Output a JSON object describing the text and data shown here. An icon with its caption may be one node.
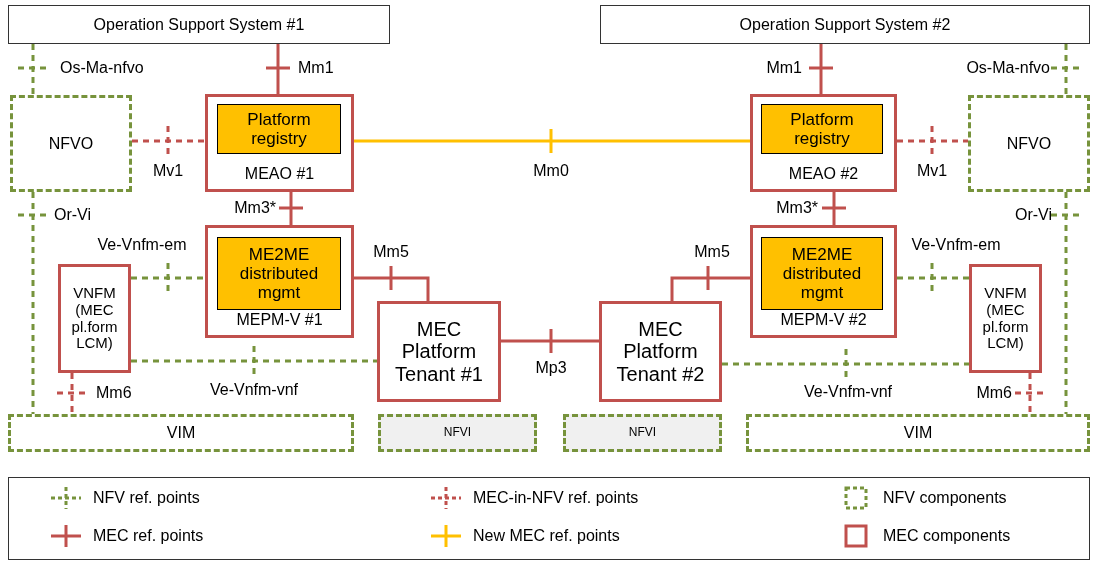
{
  "diagram": {
    "nodes": [
      {
        "text": [
          "Operation Support System #1"
        ]
      },
      {
        "text": [
          "Operation Support System #2"
        ]
      },
      {
        "text": [
          "NFVO"
        ]
      },
      {
        "text": [
          "MEAO #1"
        ]
      },
      {
        "text": [
          "Platform registry"
        ],
        "in": 3
      },
      {
        "text": [
          "MEAO #2"
        ]
      },
      {
        "text": [
          "Platform registry"
        ],
        "in": 5
      },
      {
        "text": [
          "NFVO"
        ]
      },
      {
        "text": [
          "MEPM-V #1"
        ]
      },
      {
        "text": [
          "ME2ME distributed mgmt"
        ],
        "in": 8
      },
      {
        "text": [
          "MEPM-V #2"
        ]
      },
      {
        "text": [
          "ME2ME distributed mgmt"
        ],
        "in": 10
      },
      {
        "text": [
          "VNFM (MEC pl.form LCM)"
        ]
      },
      {
        "text": [
          "MEC Platform Tenant #1"
        ]
      },
      {
        "text": [
          "MEC Platform Tenant #2"
        ]
      },
      {
        "text": [
          "VNFM (MEC pl.form LCM)"
        ]
      },
      {
        "text": [
          "VIM"
        ]
      },
      {
        "text": [
          "NFVI"
        ]
      },
      {
        "text": [
          "NFVI"
        ]
      },
      {
        "text": [
          "VIM"
        ]
      }
    ],
    "edges": [
      {
        "from": 0,
        "to": 3,
        "arrow": "none",
        "label": "Mm1"
      },
      {
        "from": 1,
        "to": 5,
        "arrow": "none",
        "label": "Mm1"
      },
      {
        "from": 0,
        "to": 2,
        "arrow": "none",
        "label": "Os-Ma-nfvo",
        "style": "dashed",
        "color": "#77933c"
      },
      {
        "from": 1,
        "to": 7,
        "arrow": "none",
        "label": "Os-Ma-nfvo",
        "style": "dashed",
        "color": "#77933c"
      },
      {
        "from": 2,
        "to": 3,
        "arrow": "none",
        "label": "Mv1",
        "style": "dashed"
      },
      {
        "from": 5,
        "to": 7,
        "arrow": "none",
        "label": "Mv1",
        "style": "dashed"
      },
      {
        "from": 3,
        "to": 5,
        "arrow": "none",
        "label": "Mm0",
        "color": "#ffc000"
      },
      {
        "from": 3,
        "to": 8,
        "arrow": "none",
        "label": "Mm3*"
      },
      {
        "from": 5,
        "to": 10,
        "arrow": "none",
        "label": "Mm3*"
      },
      {
        "from": 2,
        "to": 16,
        "arrow": "none",
        "label": "Or-Vi",
        "style": "dashed",
        "color": "#77933c"
      },
      {
        "from": 7,
        "to": 19,
        "arrow": "none",
        "label": "Or-Vi",
        "style": "dashed",
        "color": "#77933c"
      },
      {
        "from": 12,
        "to": 8,
        "arrow": "none",
        "label": "Ve-Vnfm-em",
        "style": "dashed",
        "color": "#77933c"
      },
      {
        "from": 10,
        "to": 15,
        "arrow": "none",
        "label": "Ve-Vnfm-em",
        "style": "dashed",
        "color": "#77933c"
      },
      {
        "from": 8,
        "to": 13,
        "arrow": "none",
        "label": "Mm5"
      },
      {
        "from": 14,
        "to": 10,
        "arrow": "none",
        "label": "Mm5"
      },
      {
        "from": 12,
        "to": 13,
        "arrow": "none",
        "label": "Ve-Vnfm-vnf",
        "style": "dashed",
        "color": "#77933c"
      },
      {
        "from": 14,
        "to": 15,
        "arrow": "none",
        "label": "Ve-Vnfm-vnf",
        "style": "dashed",
        "color": "#77933c"
      },
      {
        "from": 13,
        "to": 14,
        "arrow": "none",
        "label": "Mp3"
      },
      {
        "from": 12,
        "to": 16,
        "arrow": "none",
        "label": "Mm6",
        "style": "dashed"
      },
      {
        "from": 15,
        "to": 19,
        "arrow": "none",
        "label": "Mm6",
        "style": "dashed"
      }
    ],
    "legend": [
      {
        "text": "NFV ref. points"
      },
      {
        "text": "MEC-in-NFV ref. points"
      },
      {
        "text": "NFV components"
      },
      {
        "text": "MEC ref. points"
      },
      {
        "text": "New MEC ref. points"
      },
      {
        "text": "MEC components"
      }
    ]
  }
}
